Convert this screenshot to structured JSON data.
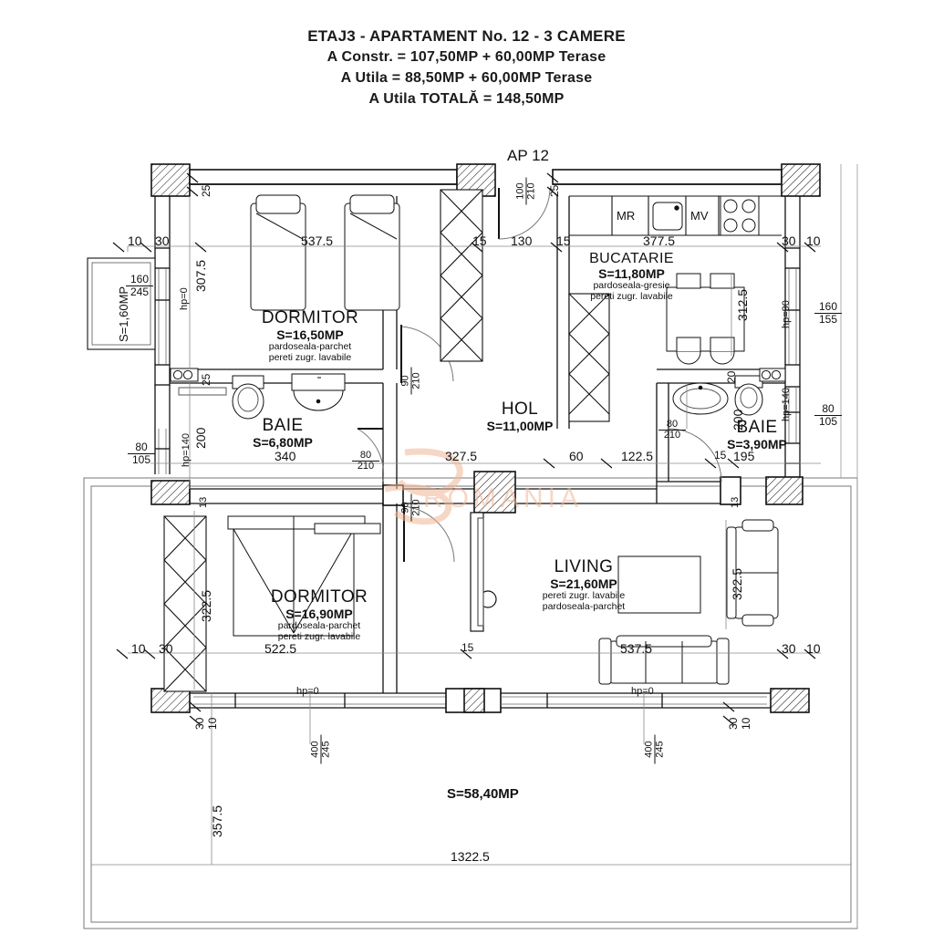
{
  "title": {
    "line1": "ETAJ3 - APARTAMENT No. 12 - 3 CAMERE",
    "line2": "A Constr.  = 107,50MP + 60,00MP Terase",
    "line3": "A Utila = 88,50MP + 60,00MP Terase",
    "line4": "A Utila TOTALĂ = 148,50MP"
  },
  "apartment_tag": "AP 12",
  "watermark": "ROMANIA",
  "rooms": [
    {
      "id": "dormitor-1",
      "name": "DORMITOR",
      "area": "S=16,50MP",
      "finish_floor": "pardoseala-parchet",
      "finish_walls": "pereti zugr. lavabile"
    },
    {
      "id": "bucatarie",
      "name": "BUCATARIE",
      "area": "S=11,80MP",
      "finish_floor": "pardoseala-gresie",
      "finish_walls": "pereti zugr. lavabile"
    },
    {
      "id": "baie-1",
      "name": "BAIE",
      "area": "S=6,80MP",
      "finish_floor": "",
      "finish_walls": ""
    },
    {
      "id": "baie-2",
      "name": "BAIE",
      "area": "S=3,90MP",
      "finish_floor": "",
      "finish_walls": ""
    },
    {
      "id": "hol",
      "name": "HOL",
      "area": "S=11,00MP",
      "finish_floor": "",
      "finish_walls": ""
    },
    {
      "id": "living",
      "name": "LIVING",
      "area": "S=21,60MP",
      "finish_floor": "pardoseala-parchet",
      "finish_walls": "pereti zugr. lavabile"
    },
    {
      "id": "dormitor-2",
      "name": "DORMITOR",
      "area": "S=16,90MP",
      "finish_floor": "pardoseala-parchet",
      "finish_walls": "pereti zugr. lavabile"
    }
  ],
  "balcony": {
    "area": "S=1,60MP"
  },
  "terrace": {
    "area": "S=58,40MP"
  },
  "appliances": [
    {
      "id": "fridge",
      "label": "MR"
    },
    {
      "id": "washer",
      "label": "MV"
    }
  ],
  "dimensions": {
    "top_wall_left_thickness_a": "10",
    "top_wall_left_thickness_b": "30",
    "bed1_width": "537.5",
    "wall_seg_15_a": "15",
    "entry_door_width": "130",
    "wall_seg_15_b": "15",
    "kitchen_width": "377.5",
    "top_wall_right_thickness_a": "30",
    "top_wall_right_thickness_b": "10",
    "wall_25_topleft": "25",
    "wall_25_topkitchen": "25",
    "wall_25_left_mid": "25",
    "bed1_depth": "307.5",
    "kitchen_dining_depth": "312.5",
    "baie1_width": "340",
    "baie1_depth": "200",
    "baie2_width": "195",
    "baie2_depth": "200",
    "baie2_wall_20": "20",
    "hol_width": "327.5",
    "hol_seg_60": "60",
    "hol_seg_122_5": "122.5",
    "hol_seg_15": "15",
    "bottom_wall_left_thickness_a": "10",
    "bottom_wall_left_thickness_b": "30",
    "bed2_width": "522.5",
    "bed2_depth": "322.5",
    "living_sofa_width": "537.5",
    "living_right_depth": "322.5",
    "bottom_wall_right_thickness_a": "30",
    "bottom_wall_right_thickness_b": "10",
    "terrace_depth": "357.5",
    "overall_width": "1322.5",
    "terr_wall_left_a": "10",
    "terr_wall_left_b": "30",
    "terr_wall_right_a": "10",
    "terr_wall_right_b": "30",
    "mid_wall_13": "13",
    "mid_wall_13b": "13"
  },
  "openings": [
    {
      "id": "entry-door",
      "w": "100",
      "h": "210"
    },
    {
      "id": "door-bed1",
      "w": "90",
      "h": "210"
    },
    {
      "id": "door-baie1",
      "w": "80",
      "h": "210"
    },
    {
      "id": "door-bed2",
      "w": "90",
      "h": "210"
    },
    {
      "id": "door-baie2",
      "w": "80",
      "h": "210"
    },
    {
      "id": "win-balcony",
      "w": "160",
      "h": "245",
      "hp": "hp=0"
    },
    {
      "id": "win-baie1",
      "w": "80",
      "h": "105",
      "hp": "hp=140"
    },
    {
      "id": "win-kitchen",
      "w": "160",
      "h": "155",
      "hp": "hp=90"
    },
    {
      "id": "win-baie2",
      "w": "80",
      "h": "105",
      "hp": "hp=140"
    },
    {
      "id": "win-bed2",
      "w": "400",
      "h": "245",
      "hp": "hp=0"
    },
    {
      "id": "win-living",
      "w": "400",
      "h": "245",
      "hp": "hp=0"
    }
  ],
  "hp_labels": {
    "balcony": "hp=0",
    "baie1": "hp=140",
    "kitchen": "hp=90",
    "baie2": "hp=140",
    "bed2_terrace": "hp=0",
    "living_terrace": "hp=0"
  },
  "colors": {
    "line": "#111111",
    "thin": "#555555",
    "watermark": "#f0b896",
    "background": "#ffffff"
  }
}
